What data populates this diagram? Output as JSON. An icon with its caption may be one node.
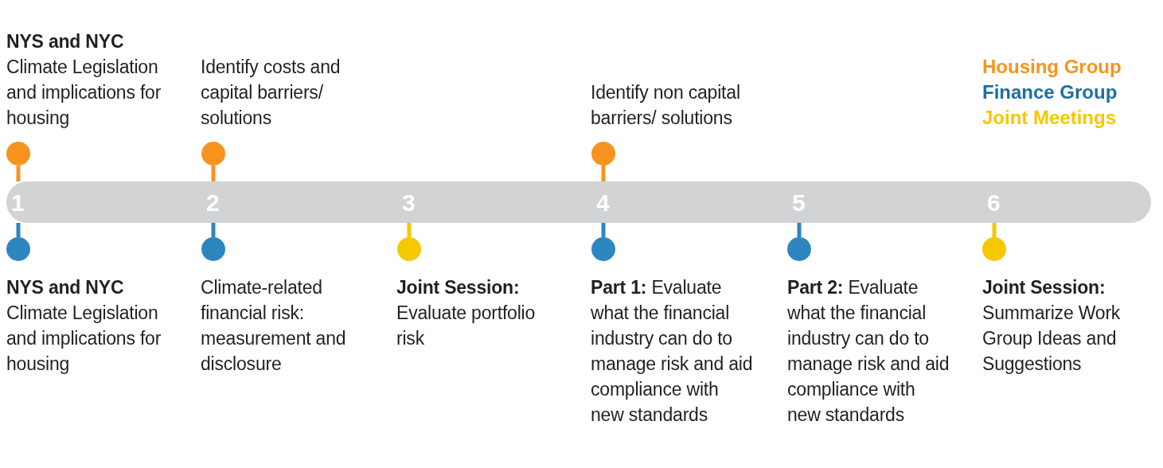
{
  "diagram": {
    "nodes": [
      {
        "text": [
          "1",
          "2",
          "3",
          "4",
          "5",
          "6"
        ]
      },
      {
        "text": [],
        "shape": "circle",
        "beside": [
          "**NYS and NYC** Climate Legislation and implications for housing"
        ]
      },
      {
        "text": [],
        "shape": "circle",
        "beside": [
          "Identify costs and capital barriers/ solutions"
        ]
      },
      {
        "text": [],
        "shape": "circle",
        "beside": [
          "Identify non capital barriers/ solutions"
        ]
      },
      {
        "text": [],
        "shape": "circle",
        "beside": [
          "**NYS and NYC** Climate Legislation and implications for housing"
        ]
      },
      {
        "text": [],
        "shape": "circle",
        "beside": [
          "Climate-related financial risk: measurement and disclosure"
        ]
      },
      {
        "text": [],
        "shape": "circle",
        "beside": [
          "**Joint Session:** Evaluate portfolio risk"
        ]
      },
      {
        "text": [],
        "shape": "circle",
        "beside": [
          "**Part 1:** Evaluate what the financial industry can do to manage risk and aid compliance with new standards"
        ]
      },
      {
        "text": [],
        "shape": "circle",
        "beside": [
          "**Part 2:** Evaluate what the financial industry can do to manage risk and aid compliance with new standards"
        ]
      },
      {
        "text": [],
        "shape": "circle",
        "beside": [
          "**Joint Session:** Summarize Work Group Ideas and Suggestions"
        ]
      }
    ],
    "edges": [
      {
        "from": 0,
        "to": 1,
        "arrow": "none",
        "color": "#f7941d"
      },
      {
        "from": 0,
        "to": 2,
        "arrow": "none",
        "color": "#f7941d"
      },
      {
        "from": 0,
        "to": 3,
        "arrow": "none",
        "color": "#f7941d"
      },
      {
        "from": 0,
        "to": 4,
        "arrow": "none"
      },
      {
        "from": 0,
        "to": 5,
        "arrow": "none"
      },
      {
        "from": 0,
        "to": 6,
        "arrow": "none",
        "color": "#f5c800"
      },
      {
        "from": 0,
        "to": 7,
        "arrow": "none"
      },
      {
        "from": 0,
        "to": 8,
        "arrow": "none"
      },
      {
        "from": 0,
        "to": 9,
        "arrow": "none",
        "color": "#f5c800"
      }
    ],
    "legend": [
      {
        "text": "Housing Group",
        "color": "#f7941d"
      },
      {
        "text": "Finance Group",
        "color": "#1f6f9f"
      },
      {
        "text": "Joint Meetings",
        "color": "#f5c800"
      }
    ]
  }
}
